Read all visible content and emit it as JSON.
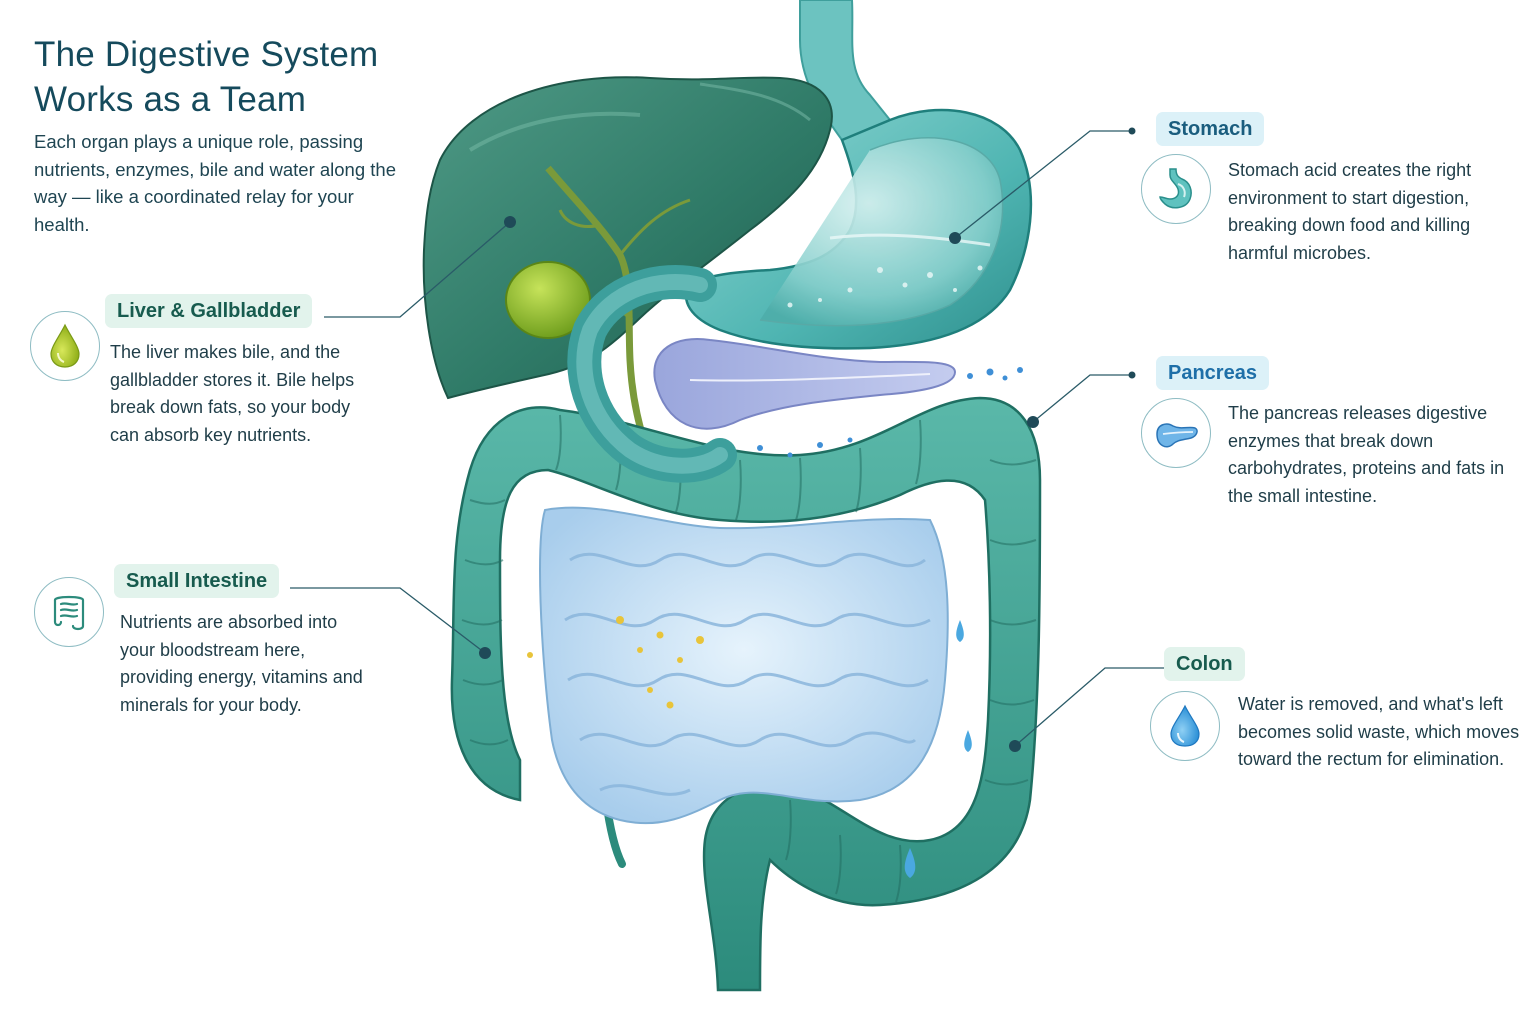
{
  "header": {
    "title": "The Digestive System Works as a Team",
    "intro": "Each organ plays a unique role, passing nutrients, enzymes, bile and water along the way — like a coordinated relay for your health."
  },
  "callouts": {
    "liver": {
      "label": "Liver & Gallbladder",
      "text": "The liver makes bile, and the gallbladder stores it. Bile helps break down fats, so your body can absorb key nutrients.",
      "icon": "bile-drop-icon"
    },
    "small_intestine": {
      "label": "Small Intestine",
      "text": "Nutrients are absorbed into your bloodstream here, providing energy, vitamins and minerals for your body.",
      "icon": "intestine-icon"
    },
    "stomach": {
      "label": "Stomach",
      "text": "Stomach acid creates the right environment to start digestion, breaking down food and killing harmful microbes.",
      "icon": "stomach-icon"
    },
    "pancreas": {
      "label": "Pancreas",
      "text": "The pancreas releases digestive enzymes that break down carbohydrates, proteins and fats in the small intestine.",
      "icon": "pancreas-icon"
    },
    "colon": {
      "label": "Colon",
      "text": "Water is removed, and what's left becomes solid waste, which moves toward the rectum for elimination.",
      "icon": "water-drop-icon"
    }
  },
  "colors": {
    "title": "#154a5c",
    "liver": "#2e7a68",
    "gallbladder": "#8cbb2a",
    "stomach": "#5fc2bf",
    "pancreas": "#a9b4e2",
    "colon": "#3a9e8e",
    "small_intestine": "#bfdcf2",
    "leader_line": "#2a5b68"
  }
}
